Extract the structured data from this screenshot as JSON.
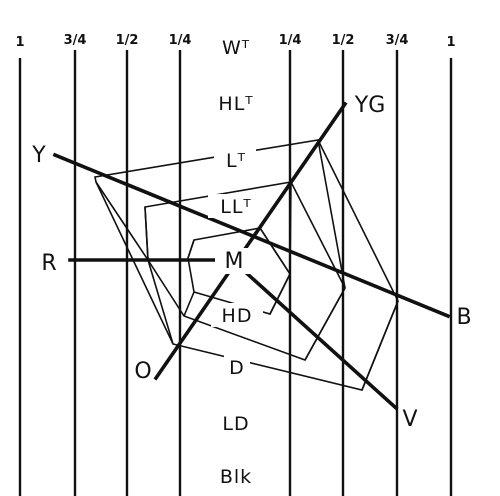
{
  "scale": {
    "labels": [
      "1",
      "3/4",
      "1/2",
      "1/4",
      "1/4",
      "1/2",
      "3/4",
      "1"
    ]
  },
  "value_labels": [
    "Wᵀ",
    "HLᵀ",
    "Lᵀ",
    "LLᵀ",
    "M",
    "HD",
    "D",
    "LD",
    "Blk"
  ],
  "hue_labels": [
    "Y",
    "YG",
    "R",
    "B",
    "O",
    "V"
  ]
}
